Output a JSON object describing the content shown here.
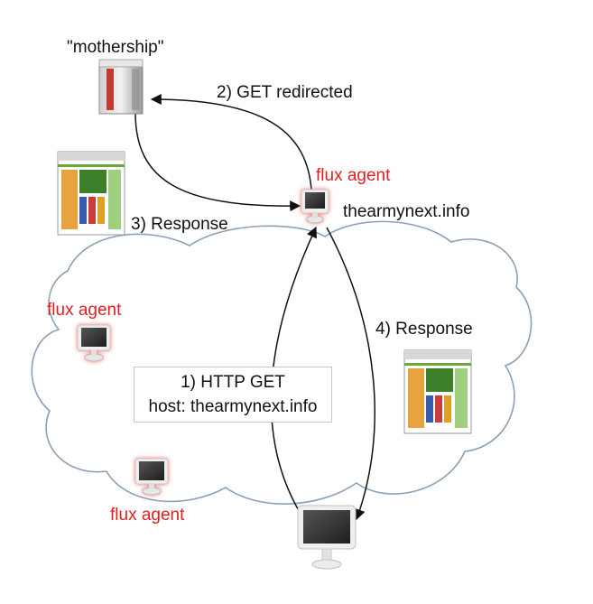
{
  "labels": {
    "mothership": "\"mothership\"",
    "get_redirected": "2) GET redirected",
    "flux_agent_top": "flux agent",
    "domain": "thearmynext.info",
    "response_3": "3) Response",
    "flux_agent_left": "flux agent",
    "response_4": "4) Response",
    "http_get": "1) HTTP GET",
    "host": "host: thearmynext.info",
    "flux_agent_bottom": "flux agent"
  },
  "colors": {
    "agent_label": "#e02020",
    "text": "#111111",
    "cloud_stroke": "#8aa0b8",
    "server_red": "#c23a32",
    "screen": "#3a3a3a"
  },
  "icons": [
    "server-icon",
    "computer-icon",
    "webpage-thumbnail-icon",
    "cloud-shape"
  ]
}
